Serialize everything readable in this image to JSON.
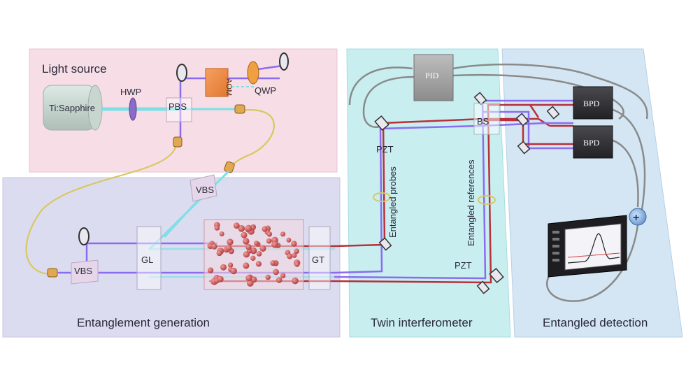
{
  "panels": {
    "light_source": "Light source",
    "entanglement_generation": "Entanglement generation",
    "twin_interferometer": "Twin interferometer",
    "entangled_detection": "Entangled detection"
  },
  "components": {
    "laser": "Ti:Sapphire",
    "hwp": "HWP",
    "pbs": "PBS",
    "aom": "AOM",
    "qwp": "QWP",
    "vbs_top": "VBS",
    "vbs_left": "VBS",
    "gl": "GL",
    "gt": "GT",
    "pid": "PID",
    "bs": "BS",
    "pzt_top": "PZT",
    "pzt_bottom": "PZT",
    "bpd_top": "BPD",
    "bpd_bottom": "BPD",
    "sum": "+"
  },
  "beam_labels": {
    "probes": "Entangled probes",
    "references": "Entangled references"
  },
  "colors": {
    "light_source_panel": "#f6dde6",
    "entanglement_panel": "#dcdcf0",
    "interferometer_panel": "#c8eef0",
    "detection_panel": "#d4e6f4",
    "pump_beam": "#7ee0e6",
    "probe_beam": "#8a6cf0",
    "reference_beam": "#b8303a",
    "fiber": "#d8c860"
  }
}
